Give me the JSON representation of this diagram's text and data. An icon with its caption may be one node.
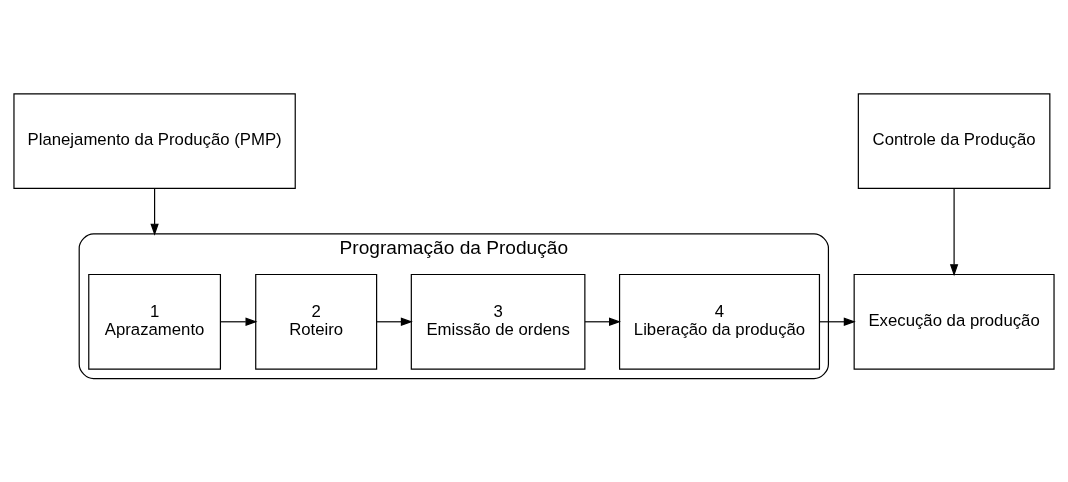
{
  "diagram": {
    "nodes": [
      {
        "text": [
          "Planejamento da Produção (PMP)"
        ]
      },
      {
        "text": [
          "Controle da Produção"
        ]
      },
      {
        "text": [
          "Programação da Produção"
        ]
      },
      {
        "text": [
          "1",
          "Aprazamento"
        ],
        "in": 2
      },
      {
        "text": [
          "2",
          "Roteiro"
        ],
        "in": 2
      },
      {
        "text": [
          "3",
          "Emissão de ordens"
        ],
        "in": 2
      },
      {
        "text": [
          "4",
          "Liberação da produção"
        ],
        "in": 2
      },
      {
        "text": [
          "Execução da produção"
        ]
      }
    ],
    "edges": [
      {
        "from": 0,
        "to": 2,
        "arrow": "to"
      },
      {
        "from": 1,
        "to": 7,
        "arrow": "to"
      },
      {
        "from": 3,
        "to": 4,
        "arrow": "to"
      },
      {
        "from": 4,
        "to": 5,
        "arrow": "to"
      },
      {
        "from": 5,
        "to": 6,
        "arrow": "to"
      },
      {
        "from": 6,
        "to": 7,
        "arrow": "to"
      }
    ]
  }
}
